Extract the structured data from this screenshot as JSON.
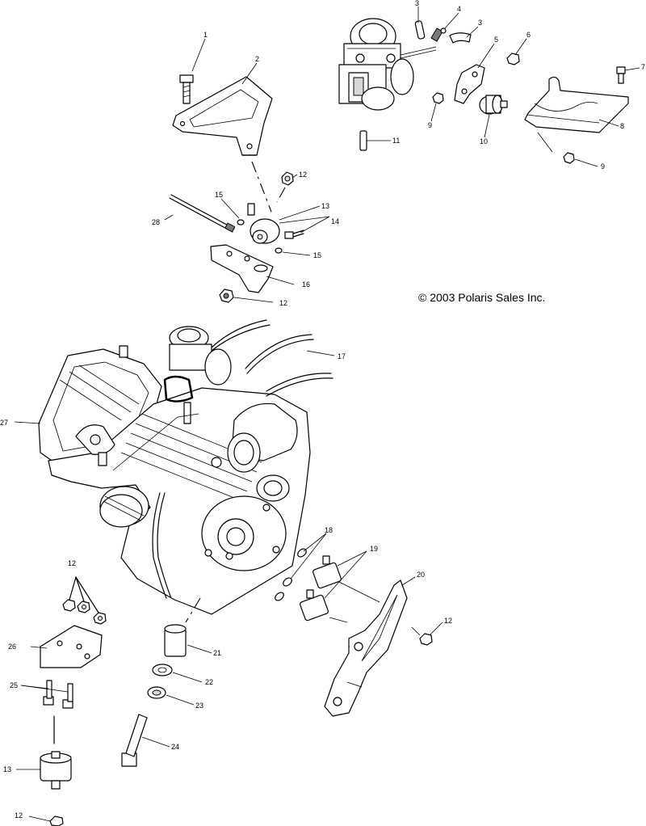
{
  "copyright": "© 2003 Polaris Sales Inc.",
  "callouts": {
    "c1": "1",
    "c2": "2",
    "c3a": "3",
    "c3b": "3",
    "c4": "4",
    "c5": "5",
    "c6": "6",
    "c7": "7",
    "c8": "8",
    "c9a": "9",
    "c9b": "9",
    "c10": "10",
    "c11": "11",
    "c12a": "12",
    "c12b": "12",
    "c12c": "12",
    "c12d": "12",
    "c12e": "12",
    "c13a": "13",
    "c13b": "13",
    "c14": "14",
    "c15a": "15",
    "c15b": "15",
    "c16": "16",
    "c17": "17",
    "c18": "18",
    "c19": "19",
    "c20": "20",
    "c21": "21",
    "c22": "22",
    "c23": "23",
    "c24": "24",
    "c25": "25",
    "c26": "26",
    "c27": "27",
    "c28": "28"
  }
}
